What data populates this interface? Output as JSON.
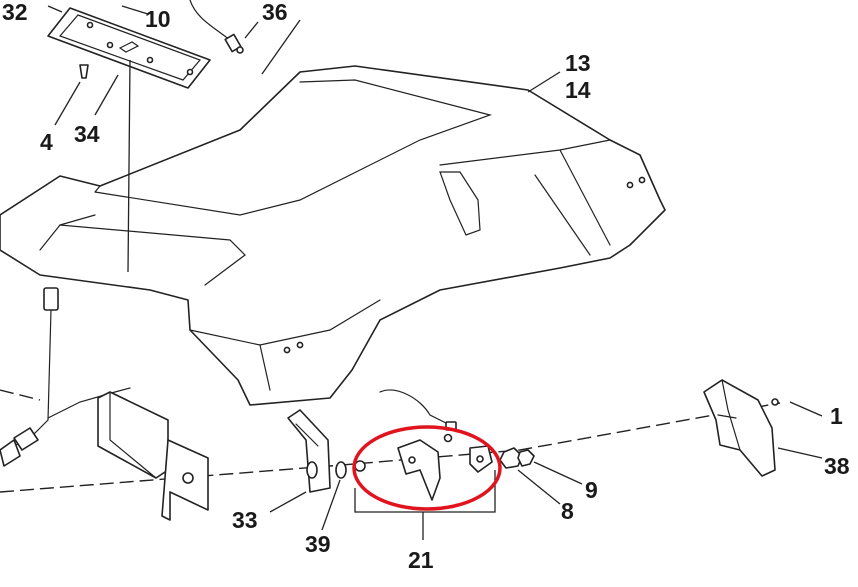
{
  "callouts": {
    "c32": "32",
    "c10": "10",
    "c36": "36",
    "c13": "13",
    "c14": "14",
    "c4": "4",
    "c34": "34",
    "c1": "1",
    "c38": "38",
    "c9": "9",
    "c8": "8",
    "c33": "33",
    "c39": "39",
    "c21": "21"
  },
  "colors": {
    "highlight": "#e0141e",
    "line": "#222222",
    "background": "#ffffff"
  }
}
